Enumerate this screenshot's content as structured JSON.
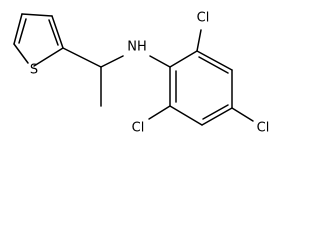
{
  "structure": {
    "atoms": {
      "sulfur": "S",
      "nitrogen_h": "NH",
      "cl_top": "Cl",
      "cl_right": "Cl",
      "cl_bottom": "Cl"
    },
    "colors": {
      "bond": "#000000",
      "label": "#000000",
      "background": "#ffffff"
    }
  }
}
